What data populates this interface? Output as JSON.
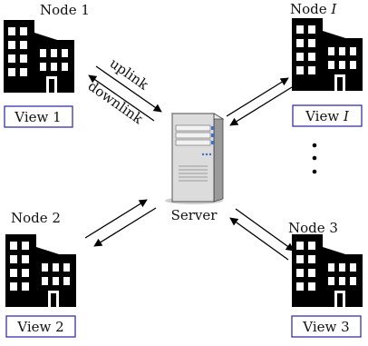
{
  "nodes": {
    "node1": {
      "label": "Node 1",
      "view": "View 1"
    },
    "nodeI": {
      "label": "Node",
      "label_sym": "I",
      "view": "View",
      "view_sym": "I"
    },
    "node2": {
      "label": "Node 2",
      "view": "View 2"
    },
    "node3": {
      "label": "Node 3",
      "view": "View 3"
    }
  },
  "server": {
    "label": "Server"
  },
  "links": {
    "uplink": "uplink",
    "downlink": "downlink"
  },
  "colors": {
    "view_box_border": "#3333aa",
    "icon": "#000000",
    "server_light": "#dcdcdc",
    "server_led": "#3b6fd0"
  }
}
